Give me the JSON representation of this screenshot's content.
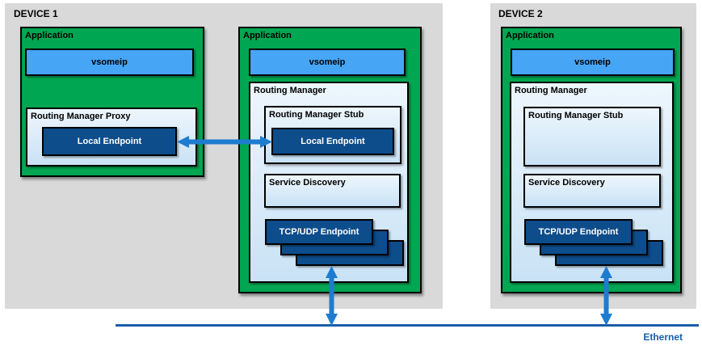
{
  "device1": {
    "title": "DEVICE 1",
    "app_left": {
      "label": "Application",
      "vsomeip_label": "vsomeip",
      "proxy": {
        "label": "Routing Manager Proxy",
        "local_endpoint_label": "Local Endpoint"
      }
    },
    "app_right": {
      "label": "Application",
      "vsomeip_label": "vsomeip",
      "routing_manager": {
        "label": "Routing Manager",
        "stub": {
          "label": "Routing Manager Stub",
          "local_endpoint_label": "Local Endpoint"
        },
        "service_discovery_label": "Service Discovery",
        "tcp_udp_endpoint_label": "TCP/UDP Endpoint"
      }
    }
  },
  "device2": {
    "title": "DEVICE 2",
    "app": {
      "label": "Application",
      "vsomeip_label": "vsomeip",
      "routing_manager": {
        "label": "Routing Manager",
        "stub": {
          "label": "Routing Manager Stub"
        },
        "service_discovery_label": "Service Discovery",
        "tcp_udp_endpoint_label": "TCP/UDP Endpoint"
      }
    }
  },
  "network": {
    "ethernet_label": "Ethernet"
  },
  "icons": {
    "ipc_arrow": "double-headed-arrow",
    "network_arrow": "double-headed-arrow"
  },
  "colors": {
    "device_gray": "#D9D9D9",
    "green": "#00A651",
    "sky_blue": "#46A5F5",
    "panel_blue_top": "#EDF6FD",
    "panel_blue_bottom": "#C9E2F5",
    "navy": "#0D4D8C",
    "arrow_blue": "#1E7CD0",
    "ethernet_blue": "#1A5EA8"
  }
}
